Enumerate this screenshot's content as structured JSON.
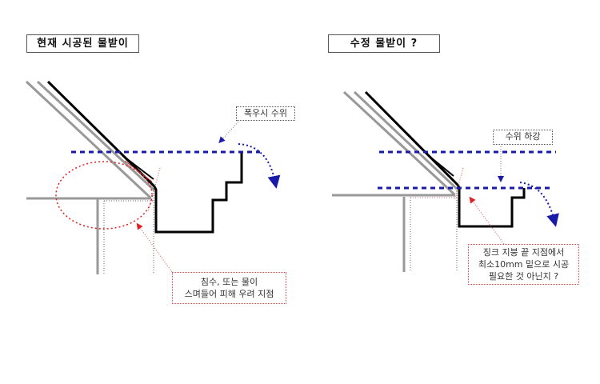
{
  "left": {
    "title": "현재 시공된 물받이",
    "water_level_label": "폭우시 수위",
    "risk_note_line1": "침수, 또는 물이",
    "risk_note_line2": "스며들어 피해 우려 지점"
  },
  "right": {
    "title": "수정 물받이 ?",
    "level_drop_label": "수위 하강",
    "suggestion_line1": "징크 지붕 끝 지점에서",
    "suggestion_line2": "최소10mm 밑으로 시공",
    "suggestion_line3": "필요한 것 아닌지 ?"
  },
  "colors": {
    "water": "#1a1aa8",
    "warning": "#e02020",
    "structure": "#999999",
    "gutter": "#000000"
  }
}
